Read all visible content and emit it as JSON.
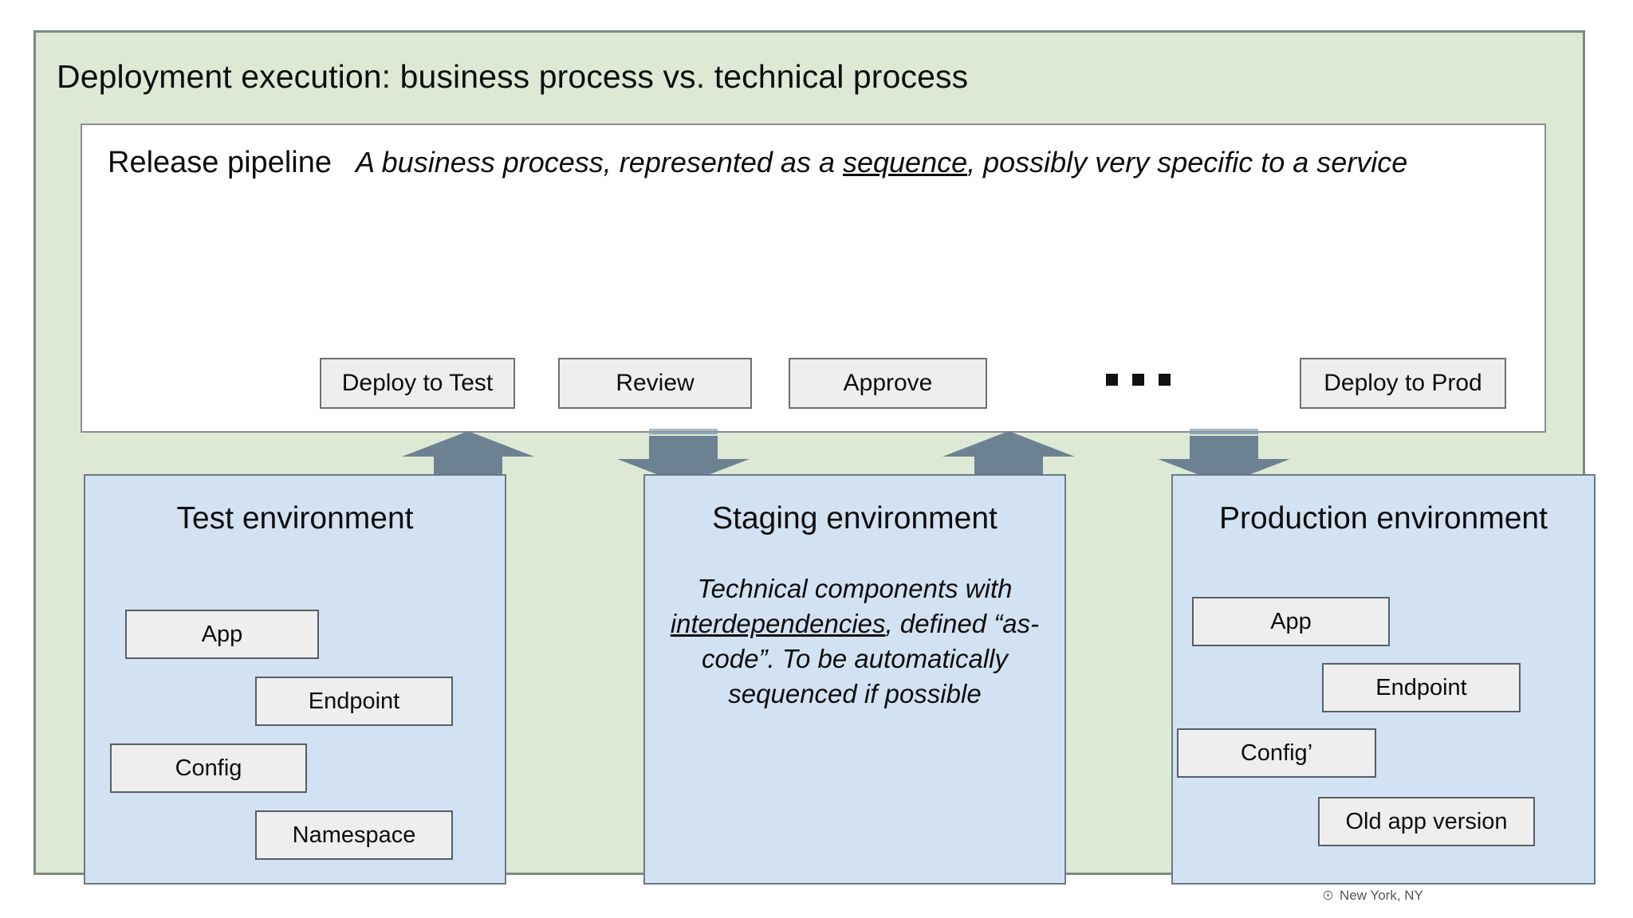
{
  "slide": {
    "title": "Deployment execution: business process vs. technical process",
    "background_color": "#dde9d4",
    "border_color": "#7d8a80"
  },
  "pipeline": {
    "label": "Release pipeline",
    "caption_before": "A business process, represented as a ",
    "caption_underlined": "sequence",
    "caption_after": ", possibly very specific to a service",
    "caption_full": "A business process, represented as a sequence, possibly very specific to a service",
    "steps": [
      {
        "label": "Deploy to Test"
      },
      {
        "label": "Review"
      },
      {
        "label": "Approve"
      },
      {
        "label": "Deploy to Prod"
      }
    ],
    "ellipsis": "• • •",
    "card_background": "#ffffff",
    "step_background": "#eeeeee"
  },
  "arrows": [
    {
      "name": "up-arrow-test",
      "direction": "up",
      "color": "#6c8292"
    },
    {
      "name": "down-arrow-staging",
      "direction": "down",
      "color": "#6c8292"
    },
    {
      "name": "up-arrow-staging",
      "direction": "up",
      "color": "#6c8292"
    },
    {
      "name": "down-arrow-production",
      "direction": "down",
      "color": "#6c8292"
    }
  ],
  "environments": [
    {
      "title": "Test environment",
      "background_color": "#d3e2f2",
      "note": "",
      "components": [
        {
          "label": "App"
        },
        {
          "label": "Endpoint"
        },
        {
          "label": "Config"
        },
        {
          "label": "Namespace"
        }
      ]
    },
    {
      "title": "Staging environment",
      "background_color": "#d3e2f2",
      "note_before": "Technical components with ",
      "note_underlined": "interdependencies",
      "note_after": ", defined “as-code”. To be automatically sequenced if possible",
      "note_full": "Technical components with interdependencies, defined “as-code”. To be automatically sequenced if possible",
      "components": []
    },
    {
      "title": "Production environment",
      "background_color": "#d3e2f2",
      "note": "",
      "components": [
        {
          "label": "App"
        },
        {
          "label": "Endpoint"
        },
        {
          "label": "Config’"
        },
        {
          "label": "Old app version"
        }
      ]
    }
  ],
  "watermark": {
    "icon": "location-pin-icon",
    "text": "New York, NY"
  }
}
